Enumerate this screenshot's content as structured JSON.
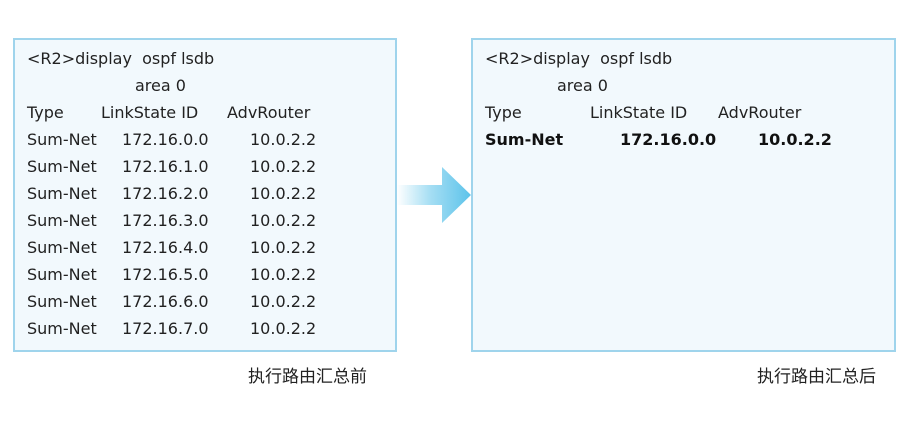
{
  "before": {
    "command": "<R2>display  ospf lsdb",
    "area": "area 0",
    "headers": [
      "Type",
      "LinkState ID",
      "AdvRouter"
    ],
    "rows": [
      [
        "Sum-Net",
        "172.16.0.0",
        "10.0.2.2"
      ],
      [
        "Sum-Net",
        "172.16.1.0",
        "10.0.2.2"
      ],
      [
        "Sum-Net",
        "172.16.2.0",
        "10.0.2.2"
      ],
      [
        "Sum-Net",
        "172.16.3.0",
        "10.0.2.2"
      ],
      [
        "Sum-Net",
        "172.16.4.0",
        "10.0.2.2"
      ],
      [
        "Sum-Net",
        "172.16.5.0",
        "10.0.2.2"
      ],
      [
        "Sum-Net",
        "172.16.6.0",
        "10.0.2.2"
      ],
      [
        "Sum-Net",
        "172.16.7.0",
        "10.0.2.2"
      ]
    ],
    "caption": "执行路由汇总前"
  },
  "after": {
    "command": "<R2>display  ospf lsdb",
    "area": "area 0",
    "headers": [
      "Type",
      "LinkState ID",
      "AdvRouter"
    ],
    "rows": [
      [
        "Sum-Net",
        "172.16.0.0",
        "10.0.2.2"
      ]
    ],
    "caption": "执行路由汇总后"
  },
  "colors": {
    "panel_border": "#9fd4ec",
    "panel_fill": "#f2f9fd",
    "arrow": "#5cc3ea"
  }
}
